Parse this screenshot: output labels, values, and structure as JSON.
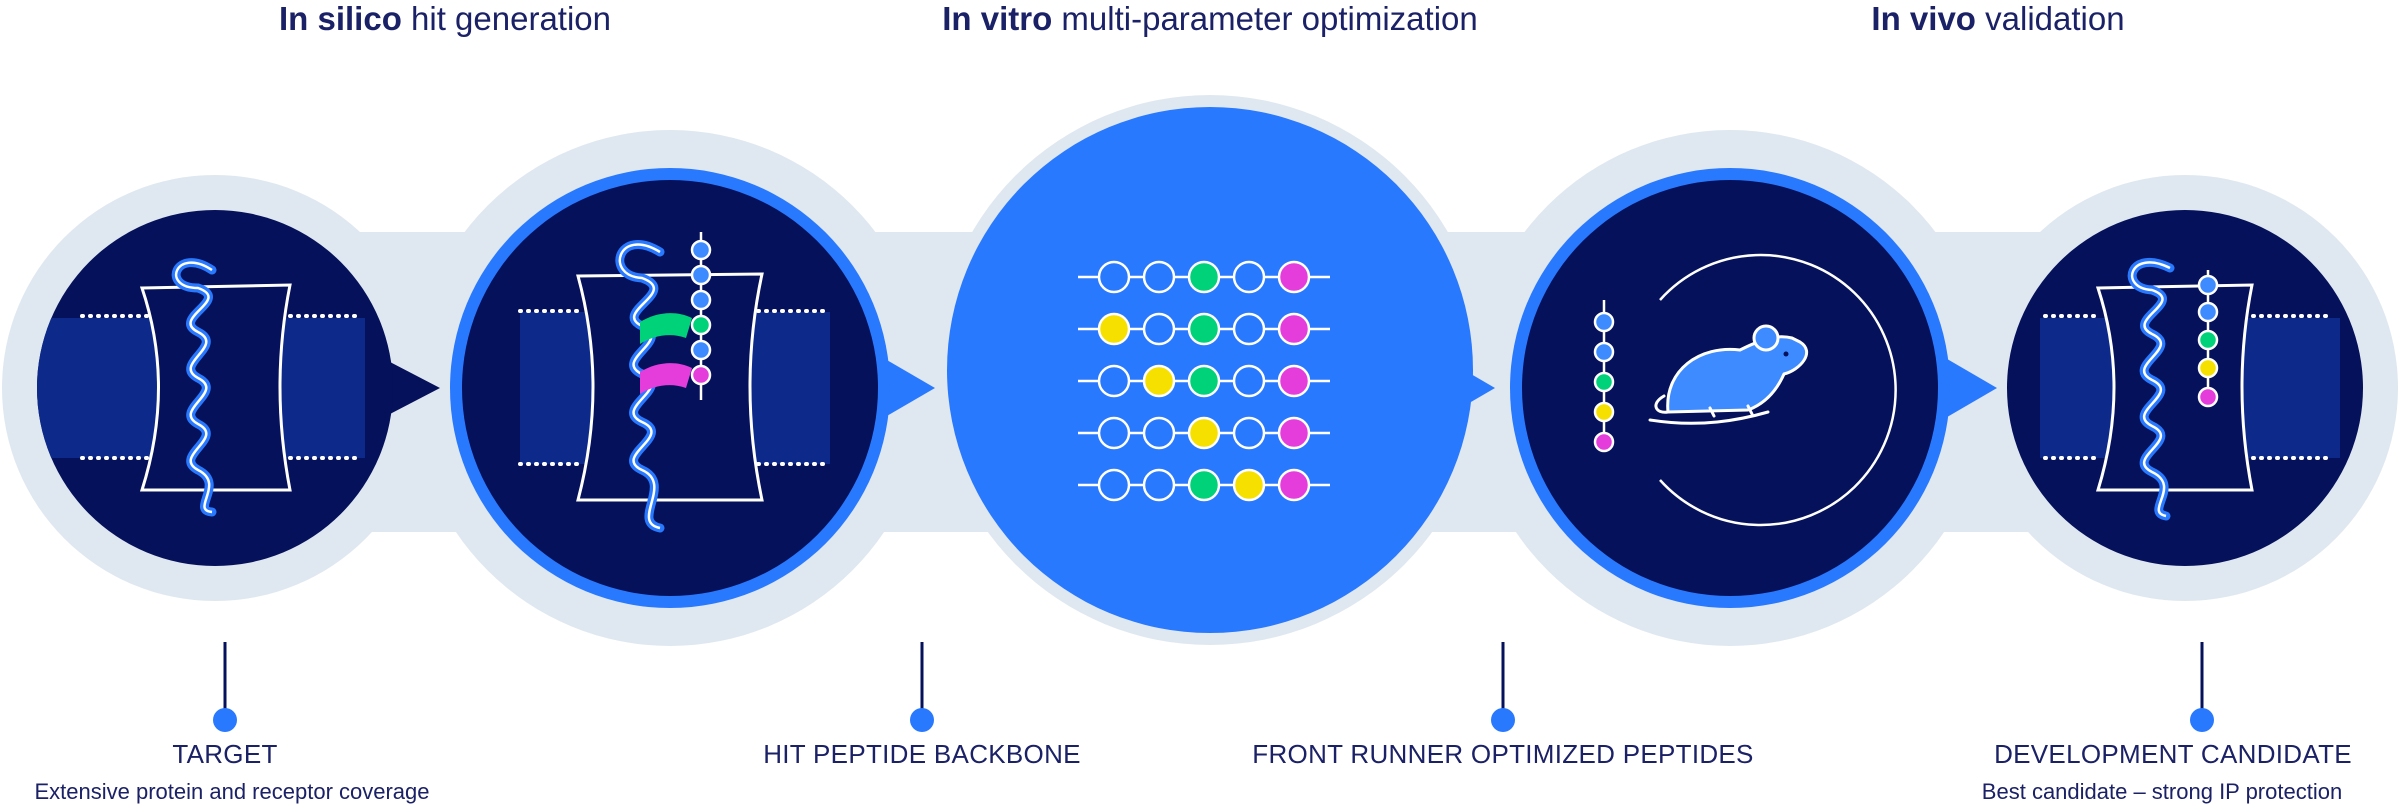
{
  "phases": [
    {
      "bold": "In silico",
      "rest": " hit generation"
    },
    {
      "bold": "In vitro",
      "rest": " multi-parameter optimization"
    },
    {
      "bold": "In vivo",
      "rest": " validation"
    }
  ],
  "stages": [
    {
      "label": "TARGET",
      "description": "Extensive protein and receptor coverage"
    },
    {
      "label": "HIT PEPTIDE BACKBONE",
      "description": ""
    },
    {
      "label": "FRONT RUNNER OPTIMIZED PEPTIDES",
      "description": ""
    },
    {
      "label": "DEVELOPMENT CANDIDATE",
      "description": "Best candidate – strong IP protection"
    }
  ],
  "colors": {
    "navy": "#05115a",
    "band": "#0d2a8a",
    "blue": "#2979ff",
    "halo": "#dfe8f0",
    "dark_text": "#1b2166",
    "yellow": "#f5e000",
    "green": "#00d27a",
    "magenta": "#e53ddc",
    "bead_blue": "#3d8bff"
  },
  "icons": [
    "membrane-helix-icon",
    "helix-with-peptide-icon",
    "peptide-matrix-icon",
    "mouse-icon",
    "candidate-helix-icon"
  ]
}
